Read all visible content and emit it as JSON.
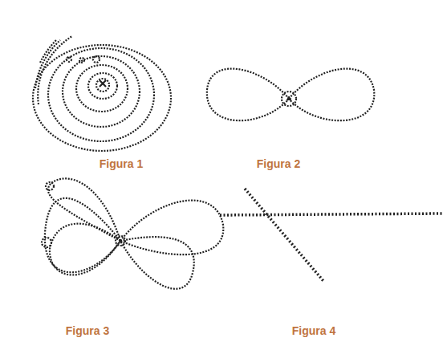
{
  "diagram": {
    "labels": [
      "Figura 1",
      "Figura 2",
      "Figura 3",
      "Figura 4"
    ]
  }
}
